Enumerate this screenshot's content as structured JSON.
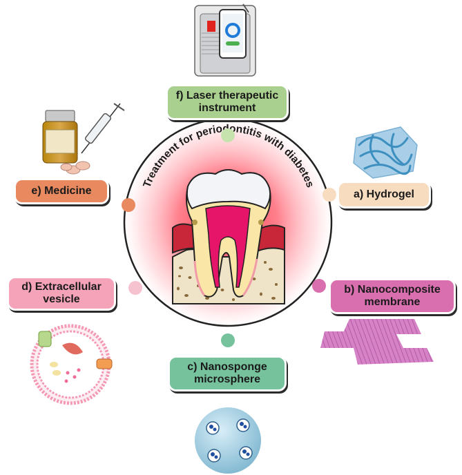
{
  "center": {
    "title": "Treatment for periodontitis with diabetes"
  },
  "treatments": {
    "f": {
      "label": "f) Laser therapeutic instrument",
      "color": "#a9d08e",
      "node_color": "#c6e3ae",
      "icon": "laser-device-icon"
    },
    "e": {
      "label": "e) Medicine",
      "color": "#e8895f",
      "node_color": "#e8895f",
      "icon": "medicine-bottle-syringe-icon"
    },
    "a": {
      "label": "a)  Hydrogel",
      "color": "#f7dcc0",
      "node_color": "#f7dcc0",
      "icon": "hydrogel-cube-icon"
    },
    "d": {
      "label": "d) Extracellular vesicle",
      "color": "#f4a3b8",
      "node_color": "#f6c2cf",
      "icon": "extracellular-vesicle-icon"
    },
    "b": {
      "label": "b) Nanocomposite membrane",
      "color": "#d96fae",
      "node_color": "#d96fae",
      "icon": "membrane-sheets-icon"
    },
    "c": {
      "label": "c) Nanosponge microsphere",
      "color": "#76c29c",
      "node_color": "#76c29c",
      "icon": "nanosponge-sphere-icon"
    }
  },
  "colors": {
    "glow": "#f6303e",
    "gum": "#c8273a",
    "bone": "#efe3c8",
    "pulp": "#e6156a",
    "dentin": "#fae6a6",
    "enamel": "#ffffff"
  }
}
